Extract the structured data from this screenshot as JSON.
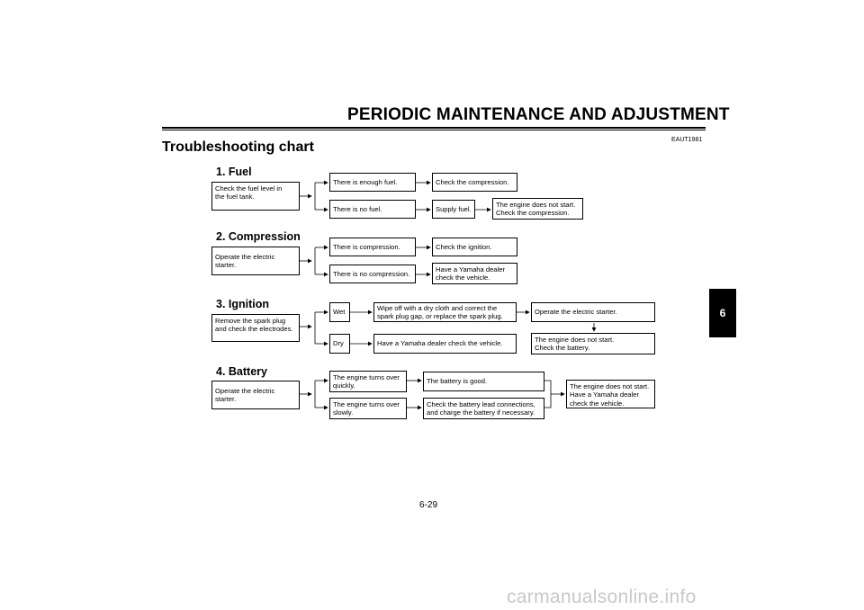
{
  "header": {
    "title": "PERIODIC MAINTENANCE AND ADJUSTMENT",
    "code": "EAUT1981",
    "page_title": "Troubleshooting chart"
  },
  "sections": {
    "fuel": {
      "title": "1. Fuel",
      "start": "Check the fuel level in\nthe fuel tank.",
      "enough": "There is enough fuel.",
      "check_compression": "Check the compression.",
      "no_fuel": "There is no fuel.",
      "supply": "Supply fuel.",
      "not_start": "The engine does not start.\nCheck the compression."
    },
    "compression": {
      "title": "2. Compression",
      "start": "Operate the electric starter.",
      "yes": "There is compression.",
      "check_ignition": "Check the ignition.",
      "no": "There is no compression.",
      "dealer": "Have a Yamaha dealer\ncheck the vehicle."
    },
    "ignition": {
      "title": "3. Ignition",
      "start": "Remove the spark plug\nand check the electrodes.",
      "wet": "Wet",
      "wipe": "Wipe off with a dry cloth and correct the\nspark plug gap, or replace the spark plug.",
      "operate": "Operate the electric starter.",
      "dry": "Dry",
      "dealer": "Have a Yamaha dealer check the vehicle.",
      "not_start": "The engine does not start.\nCheck the battery."
    },
    "battery": {
      "title": "4. Battery",
      "start": "Operate the electric starter.",
      "quick": "The engine turns over\nquickly.",
      "good": "The battery is good.",
      "slow": "The engine turns over\nslowly.",
      "charge": "Check the battery lead connections,\nand charge the battery if necessary.",
      "not_start": "The engine does not start.\nHave a Yamaha dealer\ncheck the vehicle."
    }
  },
  "chapter_tab": "6",
  "page_number": "6-29",
  "watermark": "carmanualsonline.info"
}
